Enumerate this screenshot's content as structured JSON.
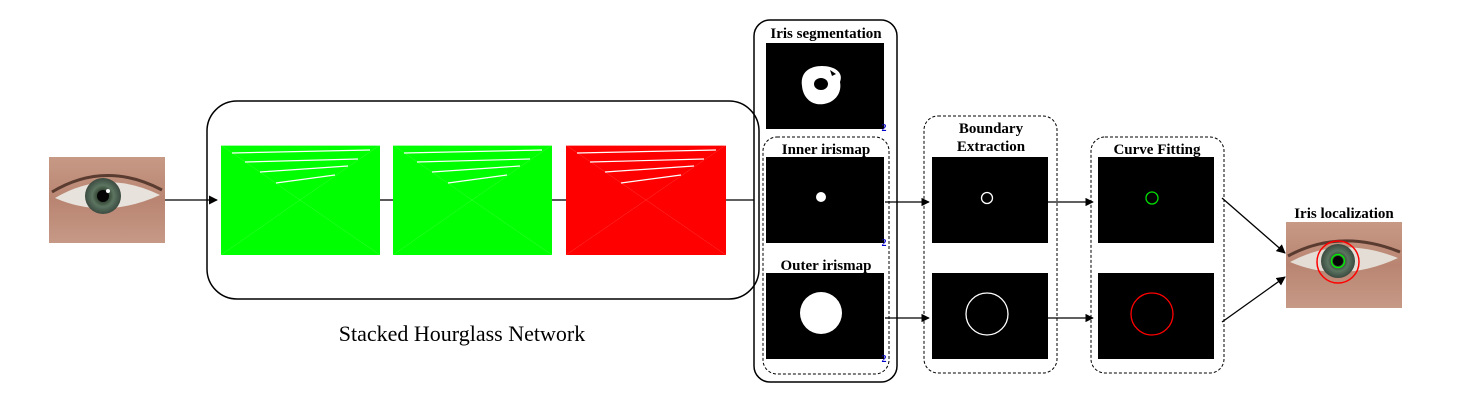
{
  "network": {
    "caption": "Stacked Hourglass Network",
    "hourglass_colors": [
      "#00ff00",
      "#00ff00",
      "#ff0000"
    ]
  },
  "panels": {
    "iris_segmentation": {
      "title": "Iris segmentation",
      "footnote": "2"
    },
    "inner_irismap": {
      "title": "Inner irismap",
      "footnote": "2"
    },
    "outer_irismap": {
      "title": "Outer irismap",
      "footnote": "2"
    },
    "boundary_extraction": {
      "title_line1": "Boundary",
      "title_line2": "Extraction"
    },
    "curve_fitting": {
      "title": "Curve Fitting"
    },
    "iris_localization": {
      "title": "Iris localization"
    }
  },
  "colors": {
    "footnote": "#0000cc",
    "inner_boundary_fit": "#00dd00",
    "outer_boundary_fit": "#ff0000"
  }
}
